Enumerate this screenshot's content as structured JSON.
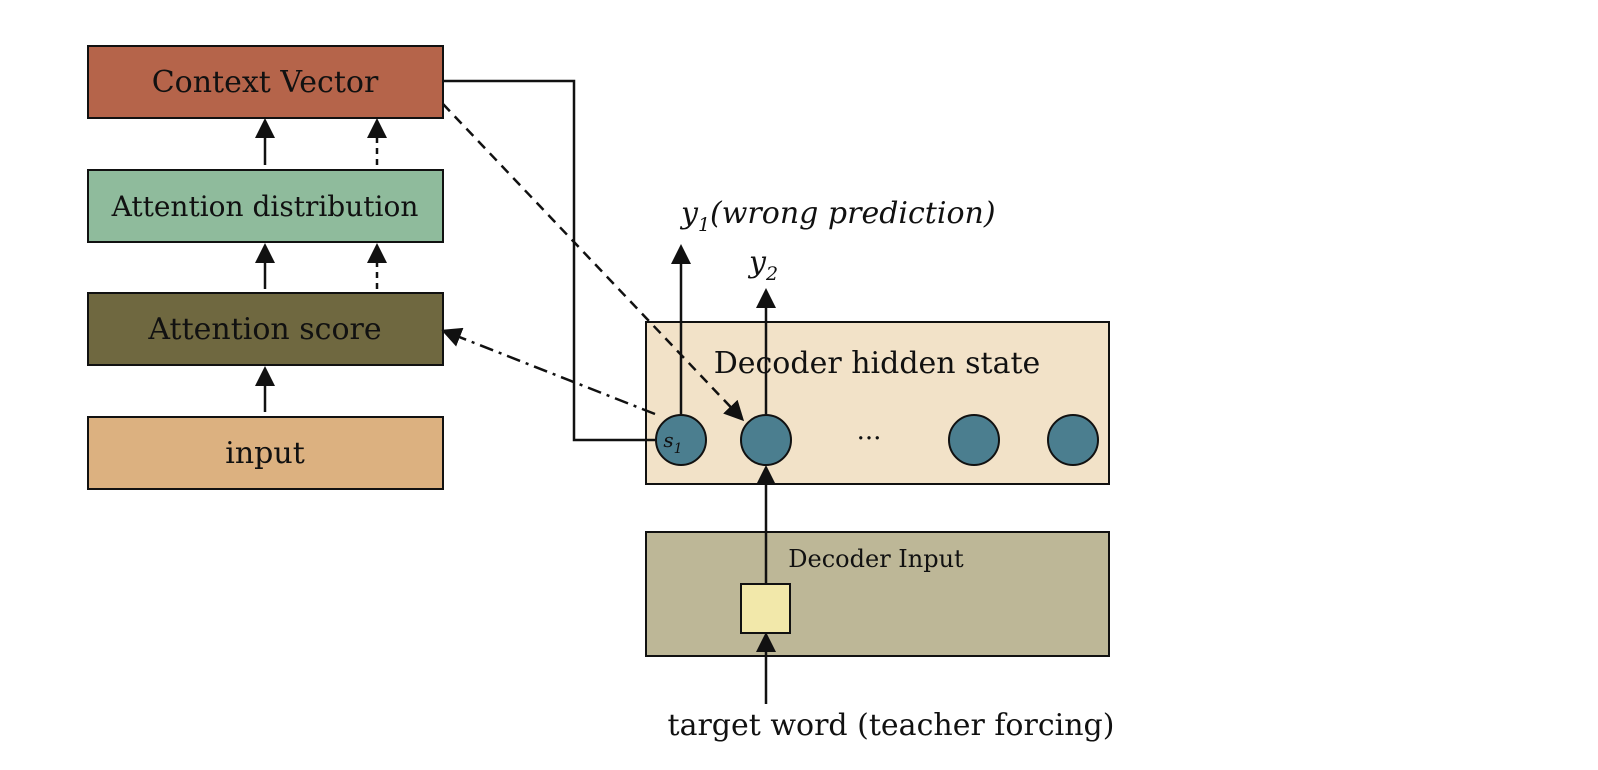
{
  "colors": {
    "context_vector": "#b5644a",
    "attention_distribution": "#8fbb9c",
    "attention_score": "#6f6840",
    "input": "#dcb180",
    "decoder_hidden_state": "#f2e2c8",
    "decoder_input": "#bdb797",
    "hidden_node": "#4b7e8f",
    "target_token": "#f2e8aa",
    "stroke": "#111111"
  },
  "encoder_stack": {
    "context_vector": "Context Vector",
    "attention_distribution": "Attention distribution",
    "attention_score": "Attention score",
    "input": "input"
  },
  "decoder": {
    "hidden_state_label": "Decoder hidden state",
    "input_label": "Decoder Input",
    "nodes": {
      "first_label": "s",
      "first_subscript": "1",
      "ellipsis": "..."
    },
    "outputs": {
      "y1_base": "y",
      "y1_subscript": "1",
      "y1_note": "(wrong prediction)",
      "y2_base": "y",
      "y2_subscript": "2"
    },
    "target_label": "target word (teacher forcing)"
  }
}
